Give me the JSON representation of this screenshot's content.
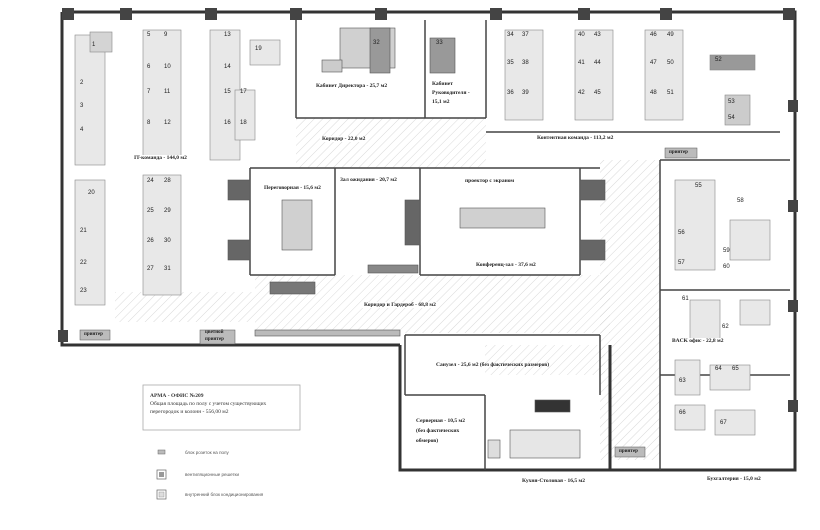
{
  "rooms": {
    "it_team": "IT-команда - 144,0 м2",
    "director_office": "Кабинет Директора - 25,7 м2",
    "manager_office_1": "Кабинет",
    "manager_office_2": "Руководителя -",
    "manager_office_3": "15,1 м2",
    "corridor_top": "Коридор - 22,0 м2",
    "content_team": "Контентная команда - 113,2 м2",
    "meeting_room": "Переговорная - 15,6 м2",
    "waiting_hall": "Зал ожидания - 20,7 м2",
    "projector_screen": "проектор с экраном",
    "conference_hall": "Конференц-зал - 37,6 м2",
    "corridor_wardrobe": "Коридор и Гардероб - 68,8 м2",
    "bathroom": "Санузел - 25,6 м2 (без фактических размеров)",
    "server_1": "Серверная - 10,5 м2",
    "server_2": "(без фактических",
    "server_3": "обмеров)",
    "kitchen": "Кухня-Столовая - 16,5 м2",
    "back_office": "BACK офис - 22,8 м2",
    "accounting": "Бухгалтерия - 15,0 м2",
    "printer": "принтер",
    "color_printer_1": "цветной",
    "color_printer_2": "принтер"
  },
  "info": {
    "title": "АРМА - ОФИС №209",
    "line1": "Общая площадь по полу с учетом существующих",
    "line2": "перегородок и колонн - 556,00 м2"
  },
  "legend": {
    "item1": "блок розеток на полу",
    "item2": "вентиляционные решетки",
    "item3": "внутренний блок кондиционирования"
  },
  "workstations": [
    "1",
    "2",
    "3",
    "4",
    "5",
    "6",
    "7",
    "8",
    "9",
    "10",
    "11",
    "12",
    "13",
    "14",
    "15",
    "16",
    "17",
    "18",
    "19",
    "20",
    "21",
    "22",
    "23",
    "24",
    "25",
    "26",
    "27",
    "28",
    "29",
    "30",
    "31",
    "32",
    "33",
    "34",
    "35",
    "36",
    "37",
    "38",
    "39",
    "40",
    "41",
    "42",
    "43",
    "44",
    "45",
    "46",
    "47",
    "48",
    "49",
    "50",
    "51",
    "52",
    "53",
    "54",
    "55",
    "56",
    "57",
    "58",
    "59",
    "60",
    "61",
    "62",
    "63",
    "64",
    "65",
    "66",
    "67"
  ],
  "colors": {
    "wall": "#333333",
    "furniture": "#aaaaaa",
    "dark_furniture": "#666666",
    "hatch": "#bbbbbb"
  }
}
